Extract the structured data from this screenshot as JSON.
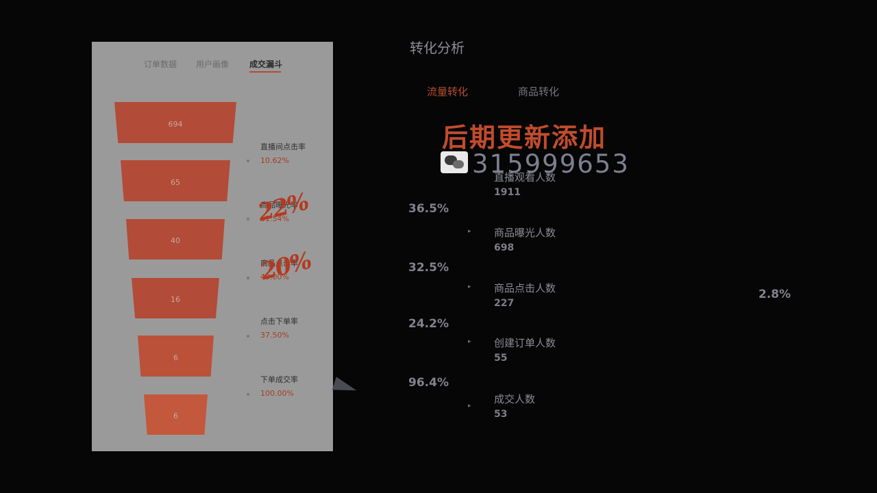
{
  "phone": {
    "tabs": [
      "订单数据",
      "用户画像",
      "成交漏斗"
    ],
    "funnel": [
      {
        "title": "",
        "value": "694"
      },
      {
        "title": "",
        "value": "65"
      },
      {
        "title": "",
        "value": "40"
      },
      {
        "title": "",
        "value": "16"
      },
      {
        "title": "",
        "value": "6"
      },
      {
        "title": "",
        "value": "6"
      }
    ],
    "rates": [
      {
        "label": "直播间点击率",
        "value": "10.62%"
      },
      {
        "label": "商品曝光率",
        "value": "61.54%"
      },
      {
        "label": "商品点击率",
        "value": "40.00%"
      },
      {
        "label": "点击下单率",
        "value": "37.50%"
      },
      {
        "label": "下单成交率",
        "value": "100.00%"
      }
    ],
    "annotations": [
      "22%",
      "20%"
    ]
  },
  "analysis": {
    "title": "转化分析",
    "tabs": [
      "流量转化",
      "商品转化"
    ],
    "watermark": {
      "title": "后期更新添加",
      "wechat_icon": "wechat-icon",
      "number": "315999653"
    },
    "metrics": [
      {
        "label": "直播观看人数",
        "value": "1911"
      },
      {
        "label": "商品曝光人数",
        "value": "698"
      },
      {
        "label": "商品点击人数",
        "value": "227"
      },
      {
        "label": "创建订单人数",
        "value": "55"
      },
      {
        "label": "成交人数",
        "value": "53"
      }
    ],
    "step_rates": [
      "36.5%",
      "32.5%",
      "24.2%",
      "96.4%"
    ],
    "overall_rate": "2.8%"
  },
  "colors": {
    "accent": "#b24b37",
    "panel_bg": "#9b9a9b",
    "background": "#060606"
  }
}
